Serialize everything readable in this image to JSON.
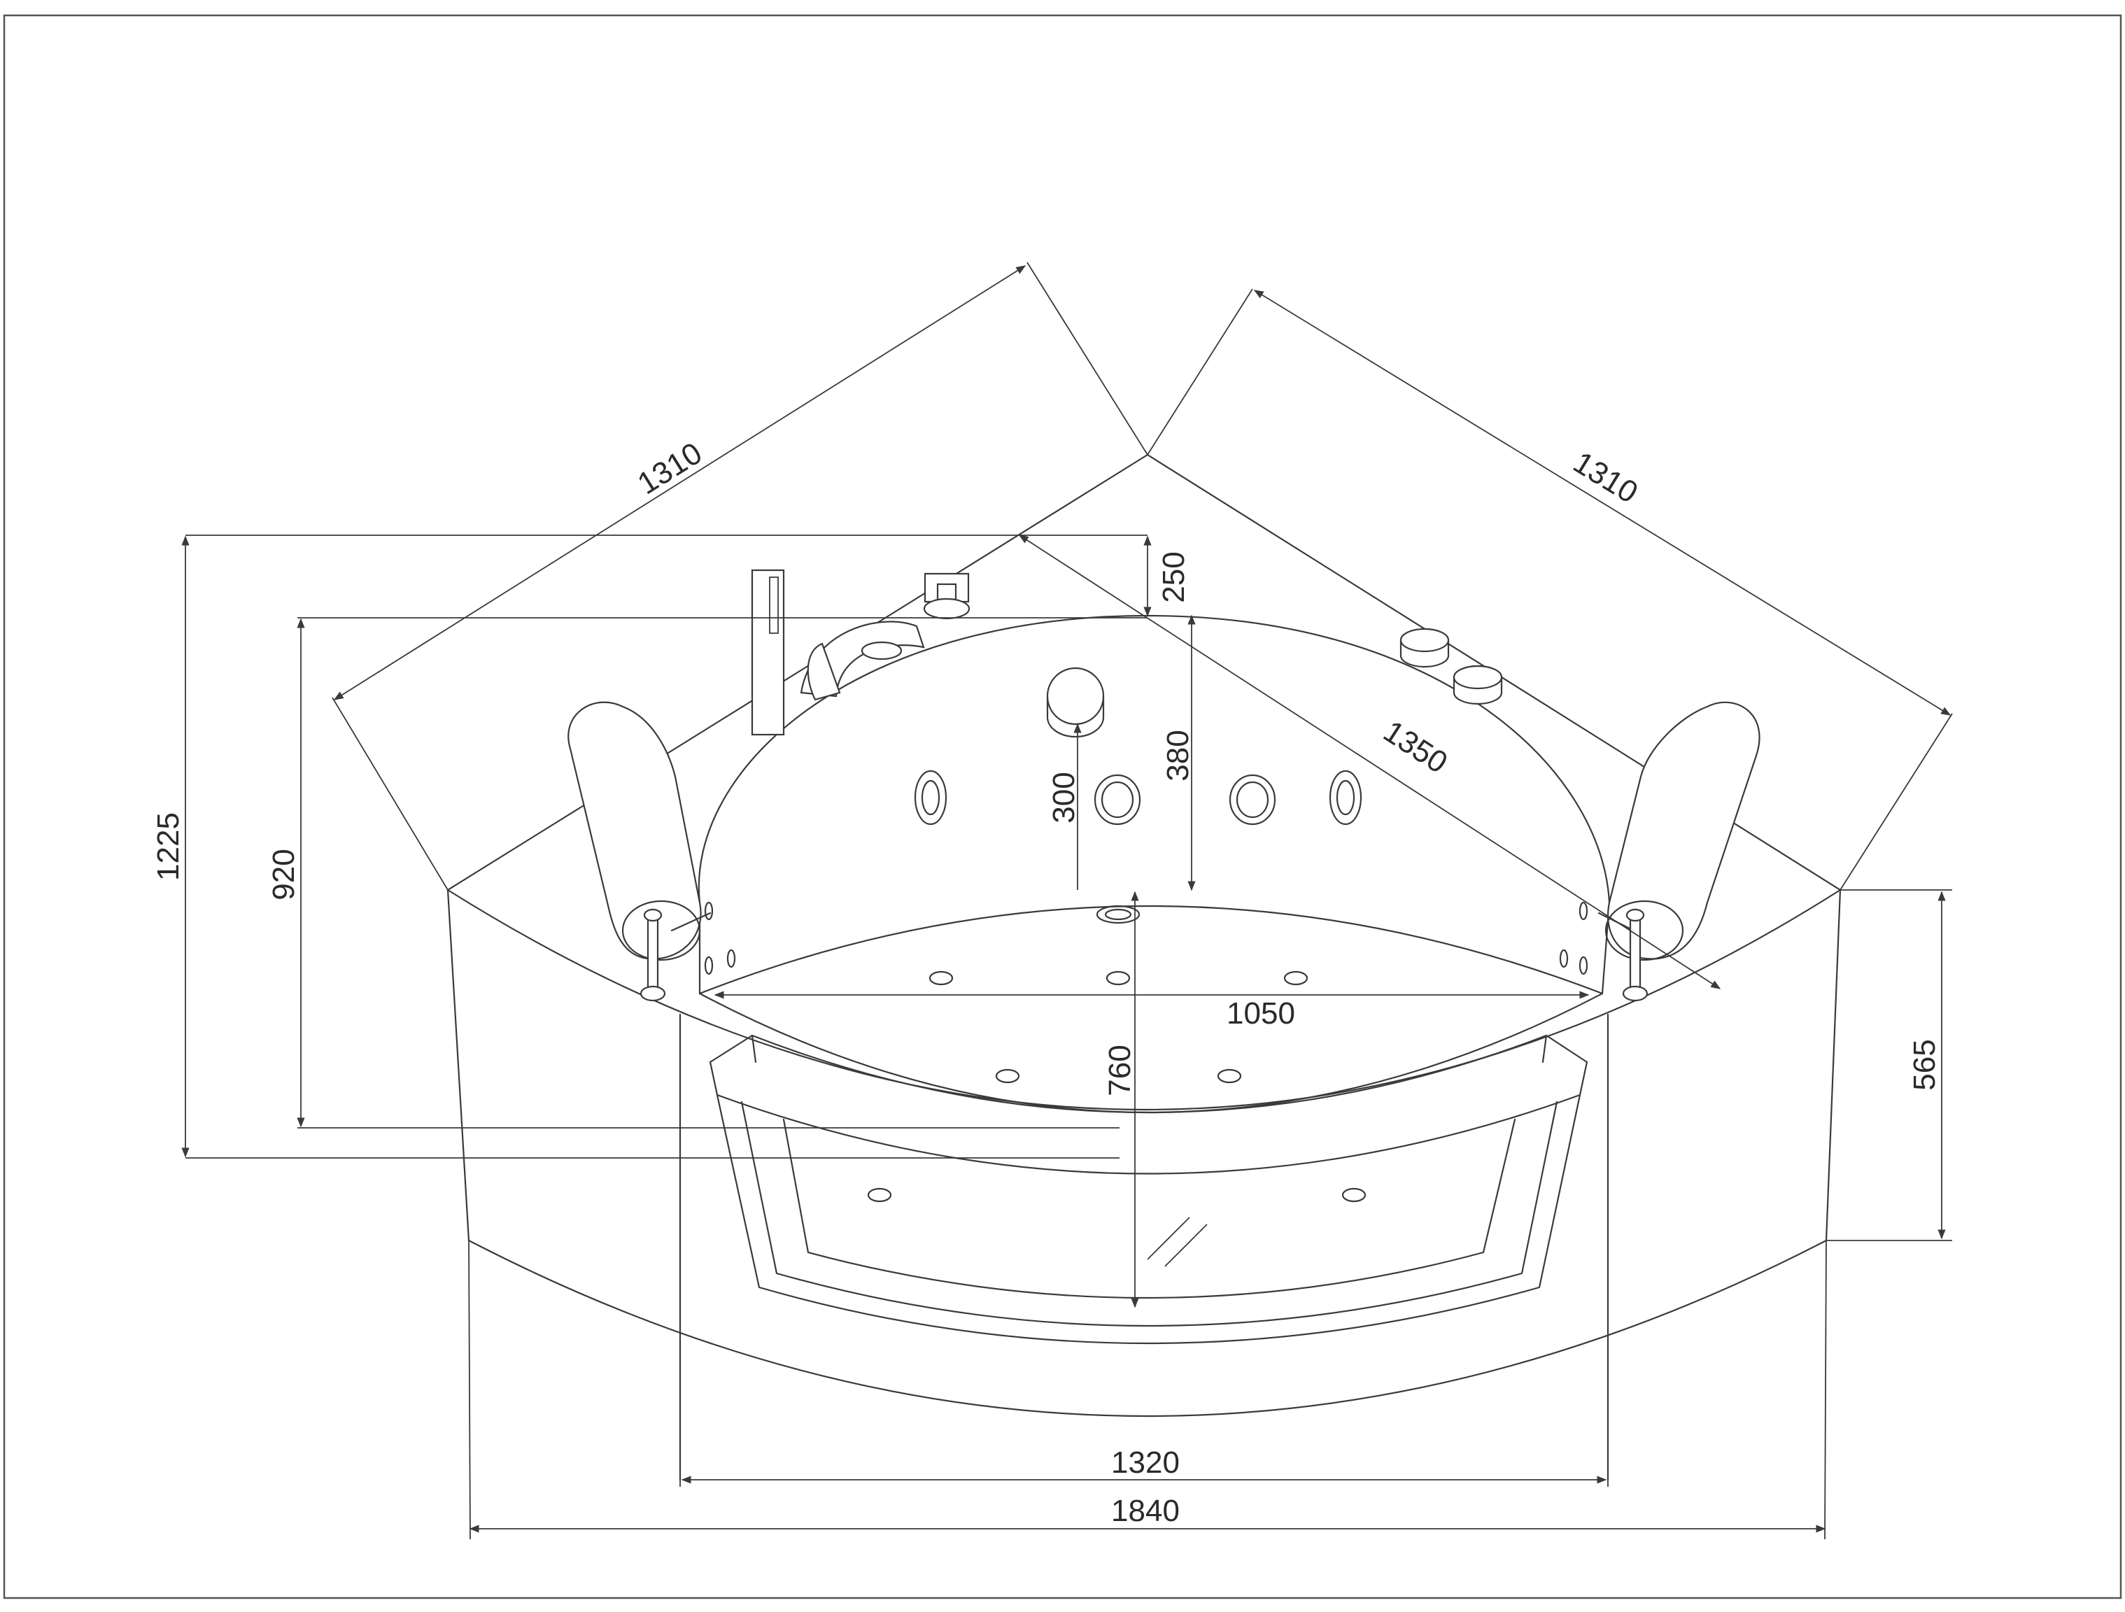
{
  "drawing": {
    "subject": "corner whirlpool bathtub with front window panel",
    "units": "mm",
    "dimensions": {
      "left_side_length": "1310",
      "right_side_length": "1310",
      "diagonal_length": "1350",
      "overall_depth": "1225",
      "inner_depth": "920",
      "corner_to_rim": "250",
      "rim_to_inner_front": "380",
      "jet_height": "300",
      "bowl_depth": "760",
      "inner_width": "1050",
      "front_panel_width": "1320",
      "overall_width": "1840",
      "front_panel_height": "565"
    }
  }
}
